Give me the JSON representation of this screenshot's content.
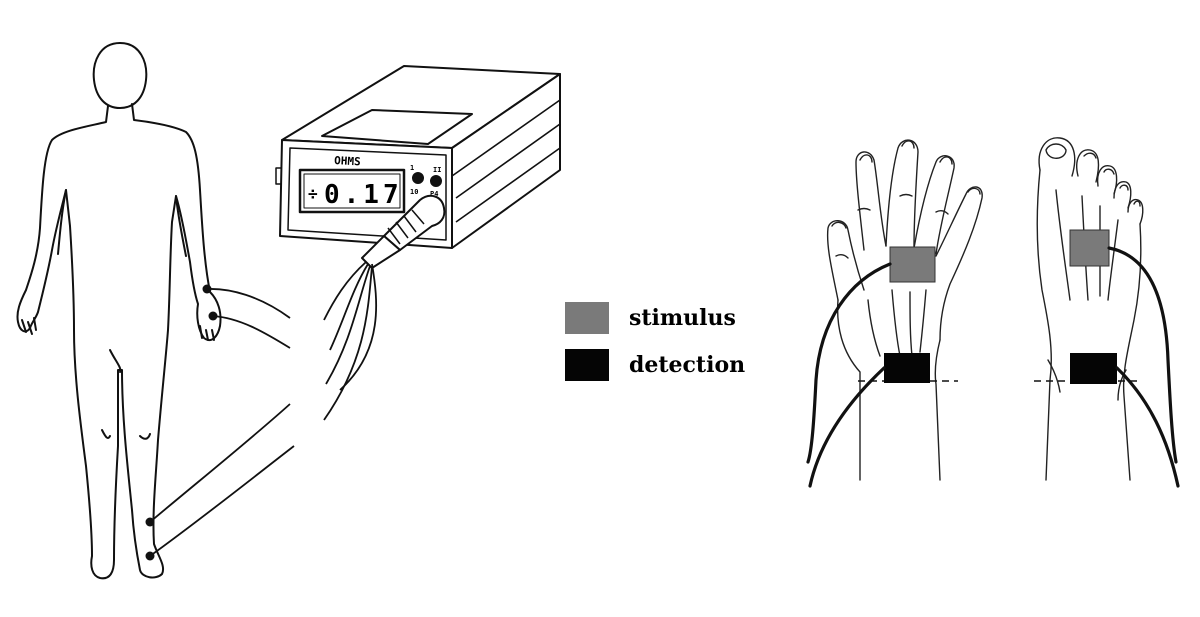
{
  "device": {
    "brand_label": "OHMS",
    "display_value": "0.17",
    "sign_glyph": "÷",
    "knob_marks": [
      "1",
      "10",
      "II",
      "P4"
    ]
  },
  "legend": {
    "items": [
      {
        "label": "stimulus",
        "color": "#7a7a7a"
      },
      {
        "label": "detection",
        "color": "#050505"
      }
    ]
  },
  "colors": {
    "stimulus": "#7a7a7a",
    "detection": "#050505",
    "line": "#111111"
  }
}
